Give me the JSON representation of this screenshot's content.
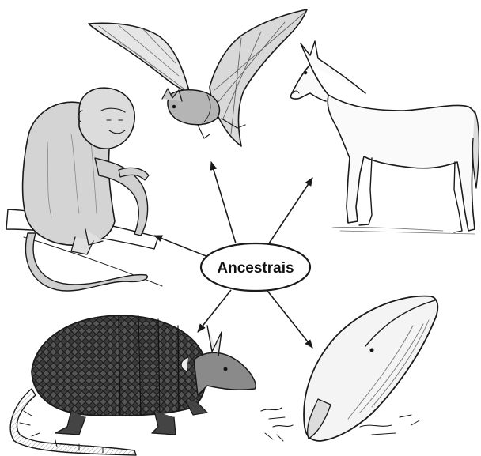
{
  "center": {
    "label": "Ancestrais"
  },
  "animals": [
    {
      "id": "bat",
      "kind": "bat"
    },
    {
      "id": "horse",
      "kind": "horse"
    },
    {
      "id": "monkey",
      "kind": "monkey"
    },
    {
      "id": "armadillo",
      "kind": "armadillo"
    },
    {
      "id": "whale",
      "kind": "whale"
    }
  ],
  "colors": {
    "ink": "#1a1a1a",
    "paper": "#ffffff",
    "shade": "#bdbdbd"
  }
}
